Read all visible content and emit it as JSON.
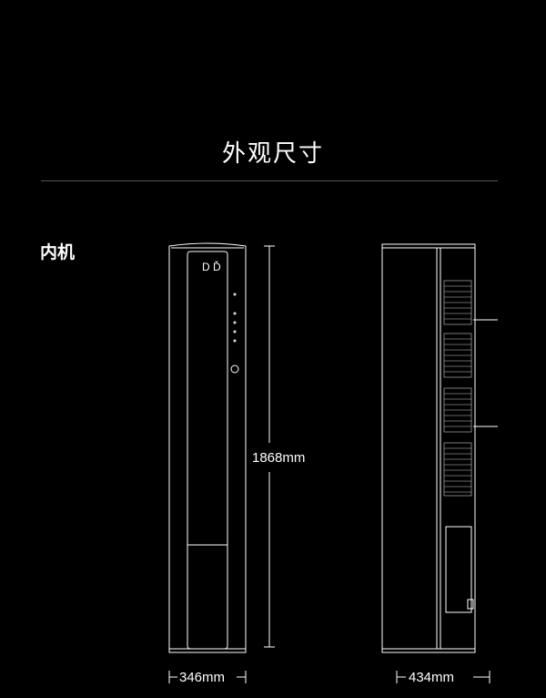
{
  "title": "外观尺寸",
  "section_label": "内机",
  "dimensions": {
    "height": "1868mm",
    "front_width": "346mm",
    "side_depth": "434mm"
  },
  "front_logo_text": "D Ď",
  "colors": {
    "background": "#000000",
    "line": "#ffffff",
    "divider": "#555555"
  }
}
